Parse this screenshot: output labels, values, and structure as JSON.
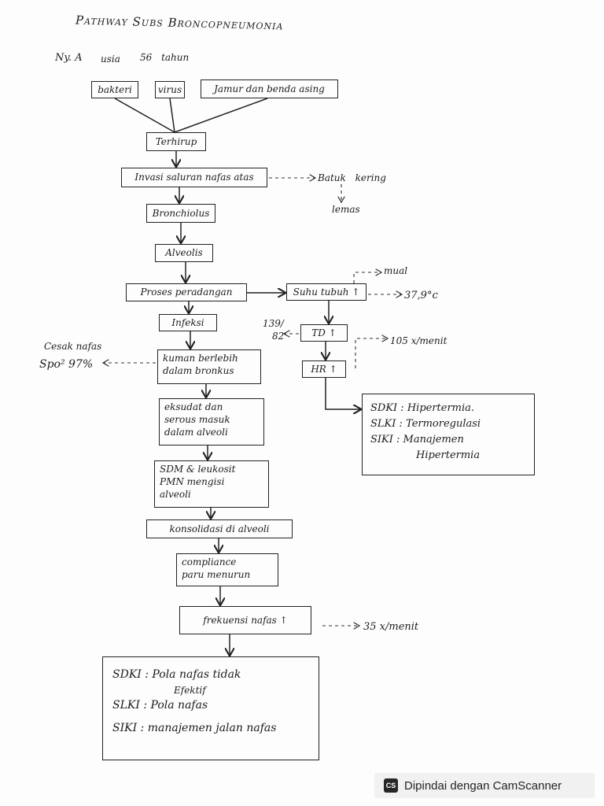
{
  "header": {
    "title": "Pathway Subs Broncopneumonia",
    "patient": "Ny. A",
    "age_label": "usia",
    "age": "56 tahun"
  },
  "causes": [
    "bakteri",
    "virus",
    "Jamur dan benda asing"
  ],
  "main_flow": [
    "Terhirup",
    "Invasi saluran nafas atas",
    "Bronchiolus",
    "Alveolis",
    "Proses peradangan",
    "Infeksi",
    [
      "kuman berlebih",
      "dalam bronkus"
    ],
    [
      "eksudat dan",
      "serous masuk",
      "dalam alveoli"
    ],
    [
      "SDM & leukosit",
      "PMN mengisi",
      "alveoli"
    ],
    "konsolidasi di alveoli",
    [
      "compliance",
      "paru menurun"
    ],
    "frekuensi nafas ↑"
  ],
  "side_flow": {
    "suhu": "Suhu tubuh ↑",
    "td": "TD ↑",
    "hr": "HR ↑"
  },
  "annotations": {
    "batuk": "Batuk kering",
    "lemas": "lemas",
    "mual": "mual",
    "suhu_value": "37,9°c",
    "td_value_1": "139/",
    "td_value_2": "82",
    "hr_value": "105 x/menit",
    "sesak": "Cesak nafas",
    "spo2": "Spo² 97%",
    "rr_value": "35 x/menit"
  },
  "diagnosis_hipertermia": {
    "sdki": "SDKI : Hipertermia.",
    "slki": "SLKI : Termoregulasi",
    "siki_1": "SIKI : Manajemen",
    "siki_2": "Hipertermia"
  },
  "diagnosis_nafas": {
    "sdki_1": "SDKI : Pola nafas tidak",
    "sdki_2": "Efektif",
    "slki": "SLKI : Pola nafas",
    "siki": "SIKI : manajemen jalan nafas"
  },
  "watermark": {
    "logo": "CS",
    "text": "Dipindai dengan CamScanner"
  }
}
